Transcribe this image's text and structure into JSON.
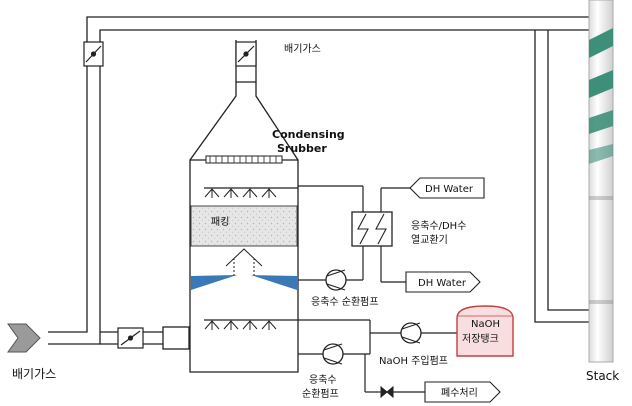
{
  "labels": {
    "flue_gas_top": "배기가스",
    "flue_gas_inlet": "배기가스",
    "scrubber_line1": "Condensing",
    "scrubber_line2": "Srubber",
    "packing": "패킹",
    "dh_water_in": "DH Water",
    "dh_water_out": "DH Water",
    "hx_line1": "응축수/DH수",
    "hx_line2": "열교환기",
    "circ_pump": "응축수 순환펌프",
    "condensate_pump_line1": "응축수",
    "condensate_pump_line2": "순환펌프",
    "naoh_pump": "NaOH 주입펌프",
    "naoh_tank_line1": "NaOH",
    "naoh_tank_line2": "저장탱크",
    "wastewater": "폐수처리",
    "stack": "Stack"
  },
  "colors": {
    "line": "#222222",
    "inlet_arrow": "#9a9a9a",
    "spray_water": "#3a78b8",
    "tank_fill": "#f8dede",
    "tank_stroke": "#c04040",
    "packing_fill": "#e4e4e4",
    "stack_green": "#3e8f79",
    "stack_white": "#f4f4f4"
  },
  "icons": [
    "damper-valve-icon",
    "pump-icon",
    "check-valve-icon",
    "spray-nozzle-icon",
    "heat-exchanger-icon"
  ]
}
